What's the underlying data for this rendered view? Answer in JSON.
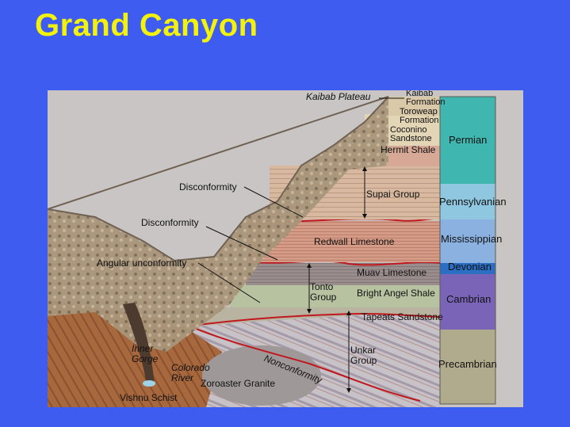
{
  "title": "Grand Canyon",
  "layers": {
    "kaibab_plateau": "Kaibab Plateau",
    "kaibab_formation": [
      "Kaibab",
      "Formation"
    ],
    "toroweap_formation": [
      "Toroweap",
      "Formation"
    ],
    "coconino_sandstone": [
      "Coconino",
      "Sandstone"
    ],
    "hermit_shale": "Hermit Shale",
    "supai_group": "Supai Group",
    "redwall_limestone": "Redwall Limestone",
    "muav_limestone": "Muav Limestone",
    "tonto_group": [
      "Tonto",
      "Group"
    ],
    "bright_angel_shale": "Bright Angel Shale",
    "tapeats_sandstone": "Tapeats Sandstone",
    "unkar_group": [
      "Unkar",
      "Group"
    ],
    "zoroaster_granite": "Zoroaster Granite",
    "vishnu_schist": "Vishnu Schist"
  },
  "features": {
    "disconformity_upper": "Disconformity",
    "disconformity_lower": "Disconformity",
    "angular_unconformity": "Angular unconformity",
    "nonconformity": "Nonconformity",
    "inner_gorge": [
      "Inner",
      "Gorge"
    ],
    "colorado_river": [
      "Colorado",
      "River"
    ]
  },
  "periods": [
    {
      "name": "Permian",
      "color": "#3fb6b0"
    },
    {
      "name": "Pennsylvanian",
      "color": "#8ec7df"
    },
    {
      "name": "Mississippian",
      "color": "#8ab1df"
    },
    {
      "name": "Devonian",
      "color": "#2a6fc4"
    },
    {
      "name": "Cambrian",
      "color": "#7a64b8"
    },
    {
      "name": "Precambrian",
      "color": "#b0ab8c"
    }
  ]
}
